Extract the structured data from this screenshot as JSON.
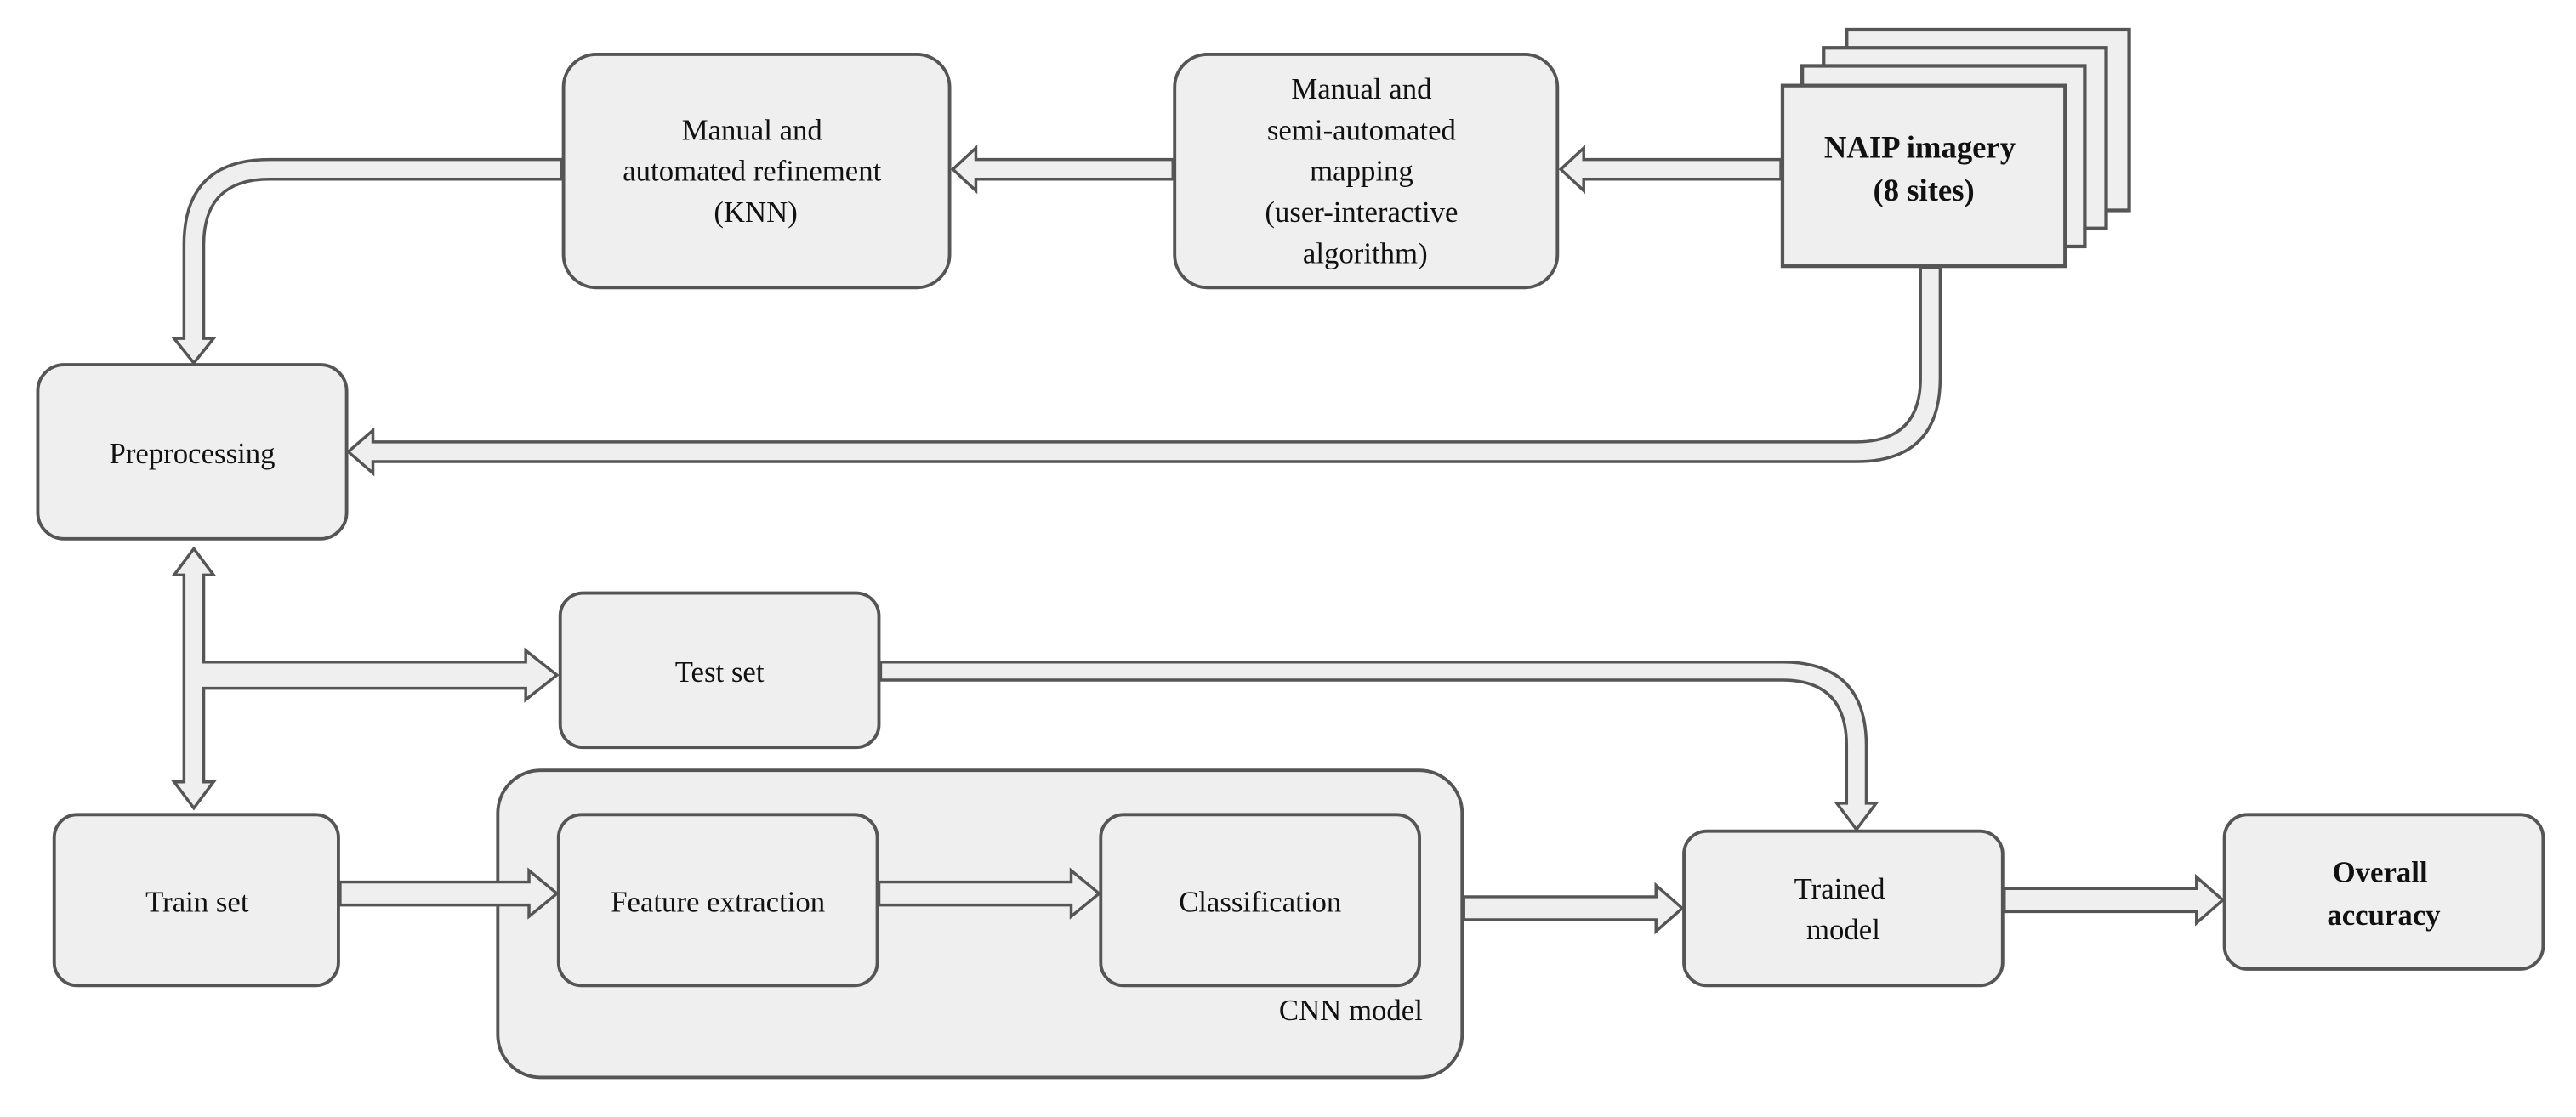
{
  "nodes": {
    "naip": {
      "line1": "NAIP imagery",
      "line2": "(8 sites)"
    },
    "manual_semi": {
      "line1": "Manual and",
      "line2": "semi-automated",
      "line3": "mapping",
      "line4": "(user-interactive",
      "line5": "algorithm)"
    },
    "manual_refine": {
      "line1": "Manual and",
      "line2": "automated refinement",
      "line3": "(KNN)"
    },
    "preprocessing": {
      "label": "Preprocessing"
    },
    "test_set": {
      "label": "Test set"
    },
    "train_set": {
      "label": "Train set"
    },
    "cnn_model": {
      "label": "CNN model"
    },
    "feature_extraction": {
      "label": "Feature extraction"
    },
    "classification": {
      "label": "Classification"
    },
    "trained_model": {
      "line1": "Trained",
      "line2": "model"
    },
    "overall_accuracy": {
      "line1": "Overall",
      "line2": "accuracy"
    }
  },
  "edges": [
    {
      "from": "NAIP imagery",
      "to": "Manual and semi-automated mapping"
    },
    {
      "from": "Manual and semi-automated mapping",
      "to": "Manual and automated refinement"
    },
    {
      "from": "Manual and automated refinement",
      "to": "Preprocessing"
    },
    {
      "from": "NAIP imagery",
      "to": "Preprocessing"
    },
    {
      "from": "Preprocessing",
      "to": "Test set"
    },
    {
      "from": "Preprocessing",
      "to": "Train set"
    },
    {
      "from": "Train set",
      "to": "Feature extraction"
    },
    {
      "from": "Feature extraction",
      "to": "Classification"
    },
    {
      "from": "CNN model",
      "to": "Trained model"
    },
    {
      "from": "Test set",
      "to": "Trained model"
    },
    {
      "from": "Trained model",
      "to": "Overall accuracy"
    }
  ]
}
